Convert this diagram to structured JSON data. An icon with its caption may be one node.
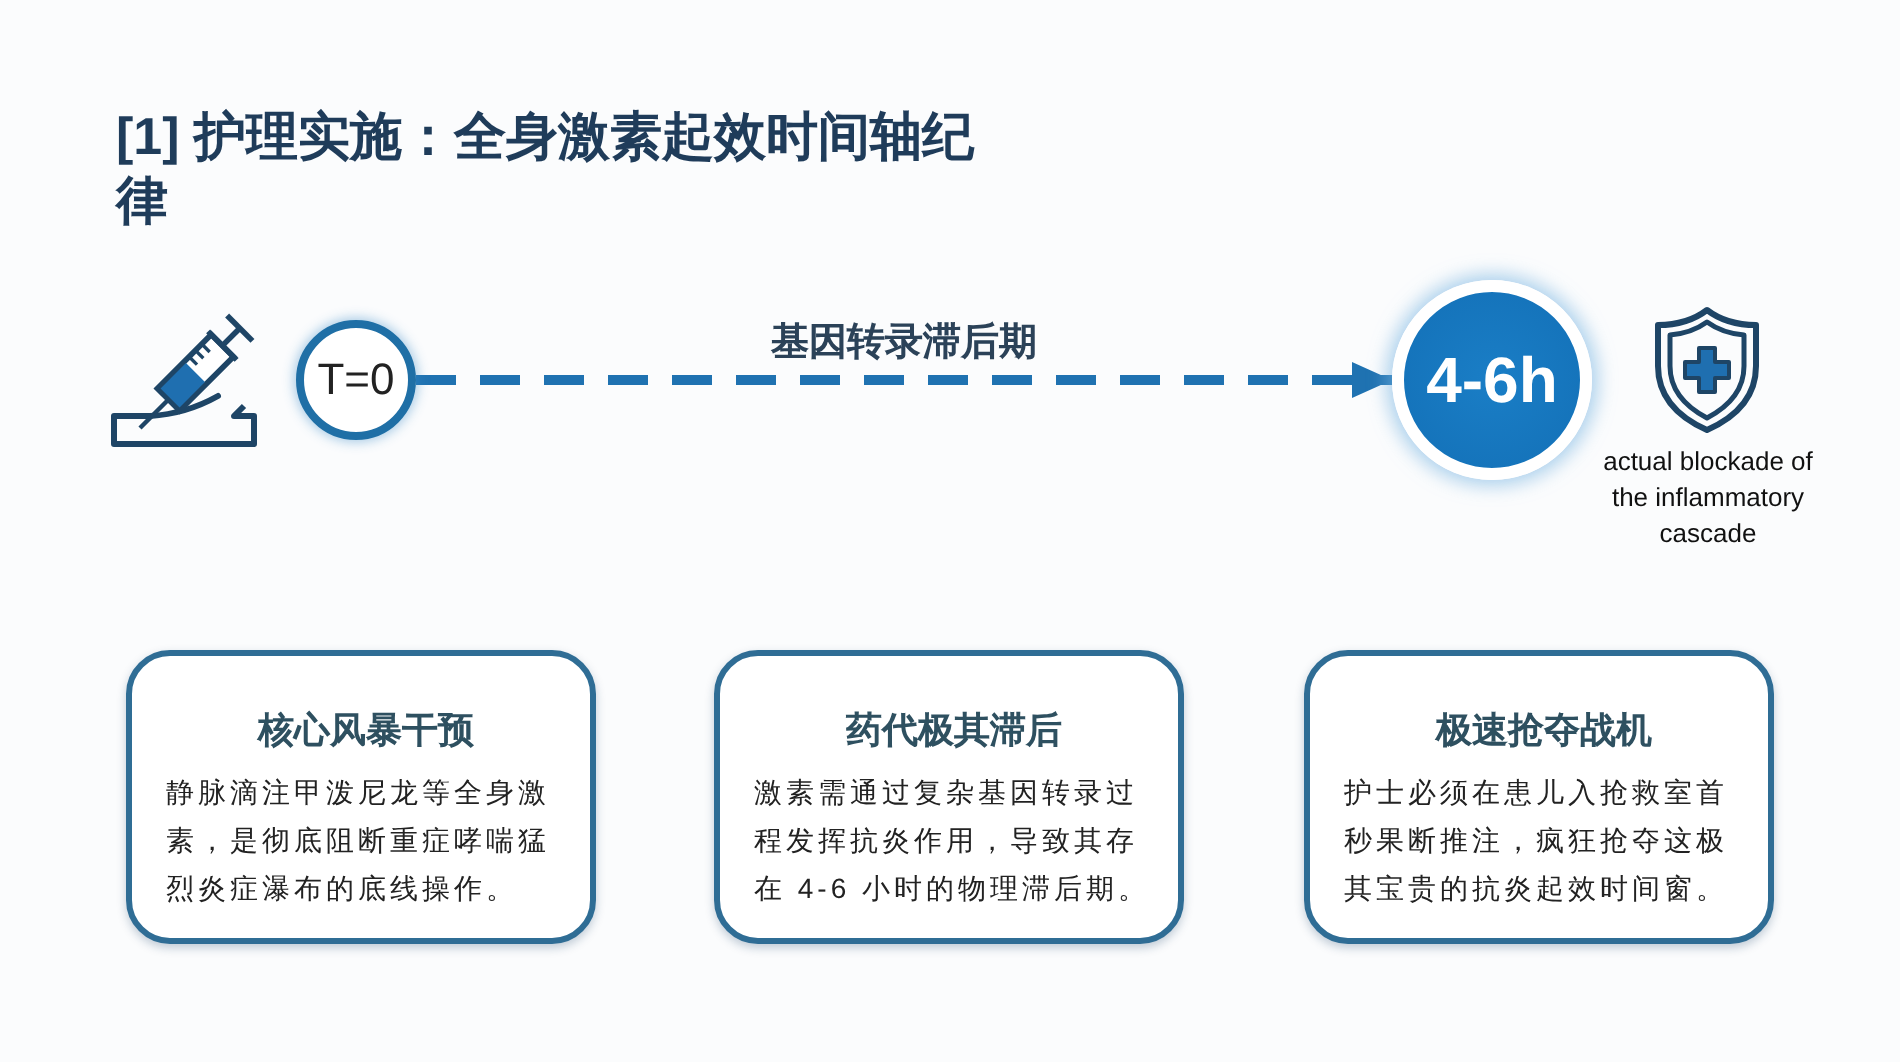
{
  "diagram": {
    "title": "[1] 护理实施：全身激素起效时间轴纪律",
    "nodes": [
      {
        "text": [
          "T=0"
        ]
      },
      {
        "text": [
          "4-6h"
        ]
      },
      {
        "text": [
          "核心风暴干预",
          "静脉滴注甲泼尼龙等全身激素，是彻底阻断重症哮喘猛烈炎症瀑布的底线操作。"
        ]
      },
      {
        "text": [
          "药代极其滞后",
          "激素需通过复杂基因转录过程发挥抗炎作用，导致其存在 4-6 小时的物理滞后期。"
        ]
      },
      {
        "text": [
          "极速抢夺战机",
          "护士必须在患儿入抢救室首秒果断推注，疯狂抢夺这极其宝贵的抗炎起效时间窗。"
        ]
      }
    ],
    "edges": [
      {
        "from": 0,
        "to": 1,
        "arrow": "to",
        "label": "基因转录滞后期",
        "style": "dashed"
      }
    ],
    "labels": [
      "actual blockade of the inflammatory cascade"
    ]
  }
}
